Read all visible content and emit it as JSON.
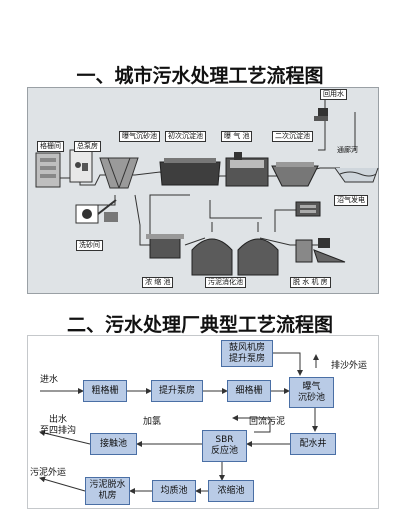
{
  "titles": {
    "top": "一、城市污水处理工艺流程图",
    "bottom": "二、污水处理厂典型工艺流程图"
  },
  "diagram1": {
    "labels": {
      "screen_room": "格栅间",
      "pump_house": "总泵房",
      "grit_chamber": "曝气沉砂池",
      "primary_clarifier": "初次沉淀池",
      "aeration_tank": "曝 气 池",
      "secondary_clarifier": "二次沉淀池",
      "reuse_water": "回用水",
      "gallery": "通廊河",
      "gas_power": "沼气发电",
      "grit_washing": "洗砂间",
      "thickener": "浓 缩 池",
      "digester": "污泥消化池",
      "dewatering": "脱 水 机 房"
    }
  },
  "diagram2": {
    "boxes": {
      "coarse_screen": "粗格栅",
      "lift_pump": "提升泵房",
      "fine_screen": "细格栅",
      "aerated_grit": "曝气\n沉砂池",
      "blower": "鼓风机房\n提升泵房",
      "distribution_well": "配水井",
      "sbr": "SBR\n反应池",
      "contact_tank": "接触池",
      "thickening_tank": "浓缩池",
      "equalization": "均质池",
      "dewatering_room": "污泥脱水\n机房"
    },
    "text": {
      "inlet": "进水",
      "sand_out": "排沙外运",
      "outlet": "出水\n至四排沟",
      "chlorination": "加氯",
      "return_sludge": "回流污泥",
      "sludge_out": "污泥外运"
    }
  }
}
